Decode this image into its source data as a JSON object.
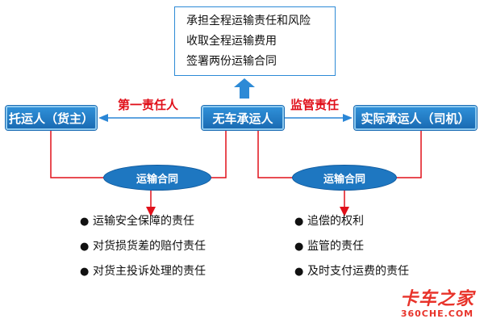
{
  "top_box": {
    "lines": [
      "承担全程运输责任和风险",
      "收取全程运输费用",
      "签署两份运输合同"
    ]
  },
  "nodes": {
    "left": "托运人（货主）",
    "center": "无车承运人",
    "right": "实际承运人（司机）"
  },
  "arrow_labels": {
    "left": "第一责任人",
    "right": "监管责任"
  },
  "contracts": {
    "left": "运输合同",
    "right": "运输合同"
  },
  "lists": {
    "left": [
      "运输安全保障的责任",
      "对货损货差的赔付责任",
      "对货主投诉处理的责任"
    ],
    "right": [
      "追偿的权利",
      "监管的责任",
      "及时支付运费的责任"
    ]
  },
  "bullet": "●",
  "watermark": {
    "main": "卡车之家",
    "sub": "360CHE.COM"
  },
  "colors": {
    "node_fill": "#1e77c1",
    "connector_red": "#e0101a",
    "arrow_blue": "#2a86d6",
    "label_red": "#e0101a"
  }
}
